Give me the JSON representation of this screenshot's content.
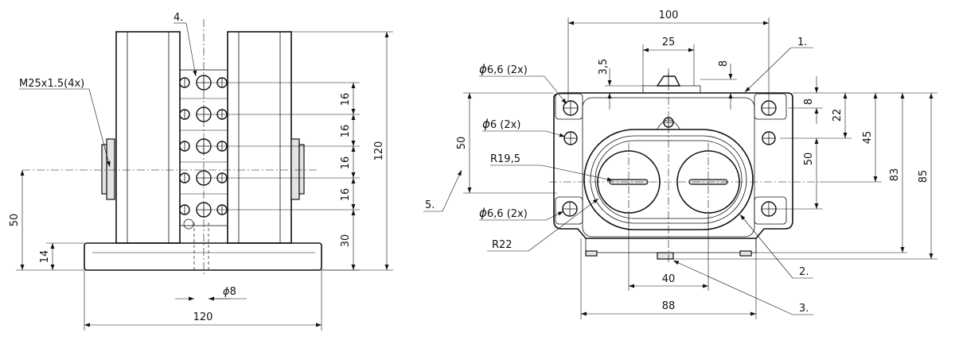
{
  "left_view": {
    "thread": "M25x1.5(4x)",
    "item": "4.",
    "pitch1": "16",
    "pitch2": "16",
    "pitch3": "16",
    "pitch4": "16",
    "bottom_pitch": "30",
    "height_total": "120",
    "axis_height": "50",
    "base_height": "14",
    "pin_dia": "8",
    "width": "120"
  },
  "right_view": {
    "width_top": "100",
    "width_inner": "25",
    "dim_35": "3,5",
    "dim_8_top": "8",
    "hole_top": "6,6 (2x)",
    "hole_mid": "6 (2x)",
    "hole_bottom": "6,6 (2x)",
    "radius_inner": "R19,5",
    "radius_outer": "R22",
    "height_left": "50",
    "height_mid": "50",
    "dim_8_right": "8",
    "dim_22": "22",
    "dim_45": "45",
    "dim_83": "83",
    "dim_85": "85",
    "dim_40": "40",
    "dim_88": "88",
    "item1": "1.",
    "item2": "2.",
    "item3": "3.",
    "item5": "5."
  }
}
